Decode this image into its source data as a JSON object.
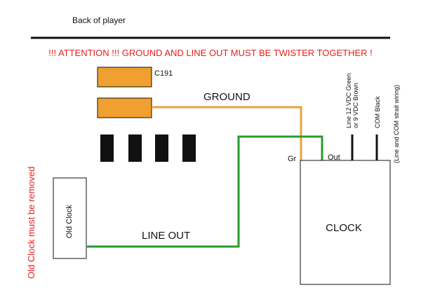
{
  "header": {
    "title": "Back of player",
    "warning": "!!! ATTENTION !!! GROUND AND LINE OUT MUST BE TWISTER TOGETHER !"
  },
  "components": {
    "c191_label": "C191",
    "old_clock_label": "Old Clock",
    "old_clock_note": "Old Clock must be removed",
    "clock_label": "CLOCK",
    "pin_gr_label": "Gr",
    "pin_out_label": "Out"
  },
  "wires": {
    "ground_label": "GROUND",
    "line_out_label": "LINE OUT"
  },
  "terminals": {
    "line_label_1": "Line 12 VDC Green",
    "line_label_2": "or 9 VDC Brown",
    "com_label": "COM Black",
    "wiring_note": "(Line and COM strait wiring)"
  },
  "colors": {
    "warning": "#e8201e",
    "orange": "#f0a030",
    "ground_wire": "#e9a23b",
    "line_wire": "#2b9a2b",
    "black": "#111111"
  }
}
